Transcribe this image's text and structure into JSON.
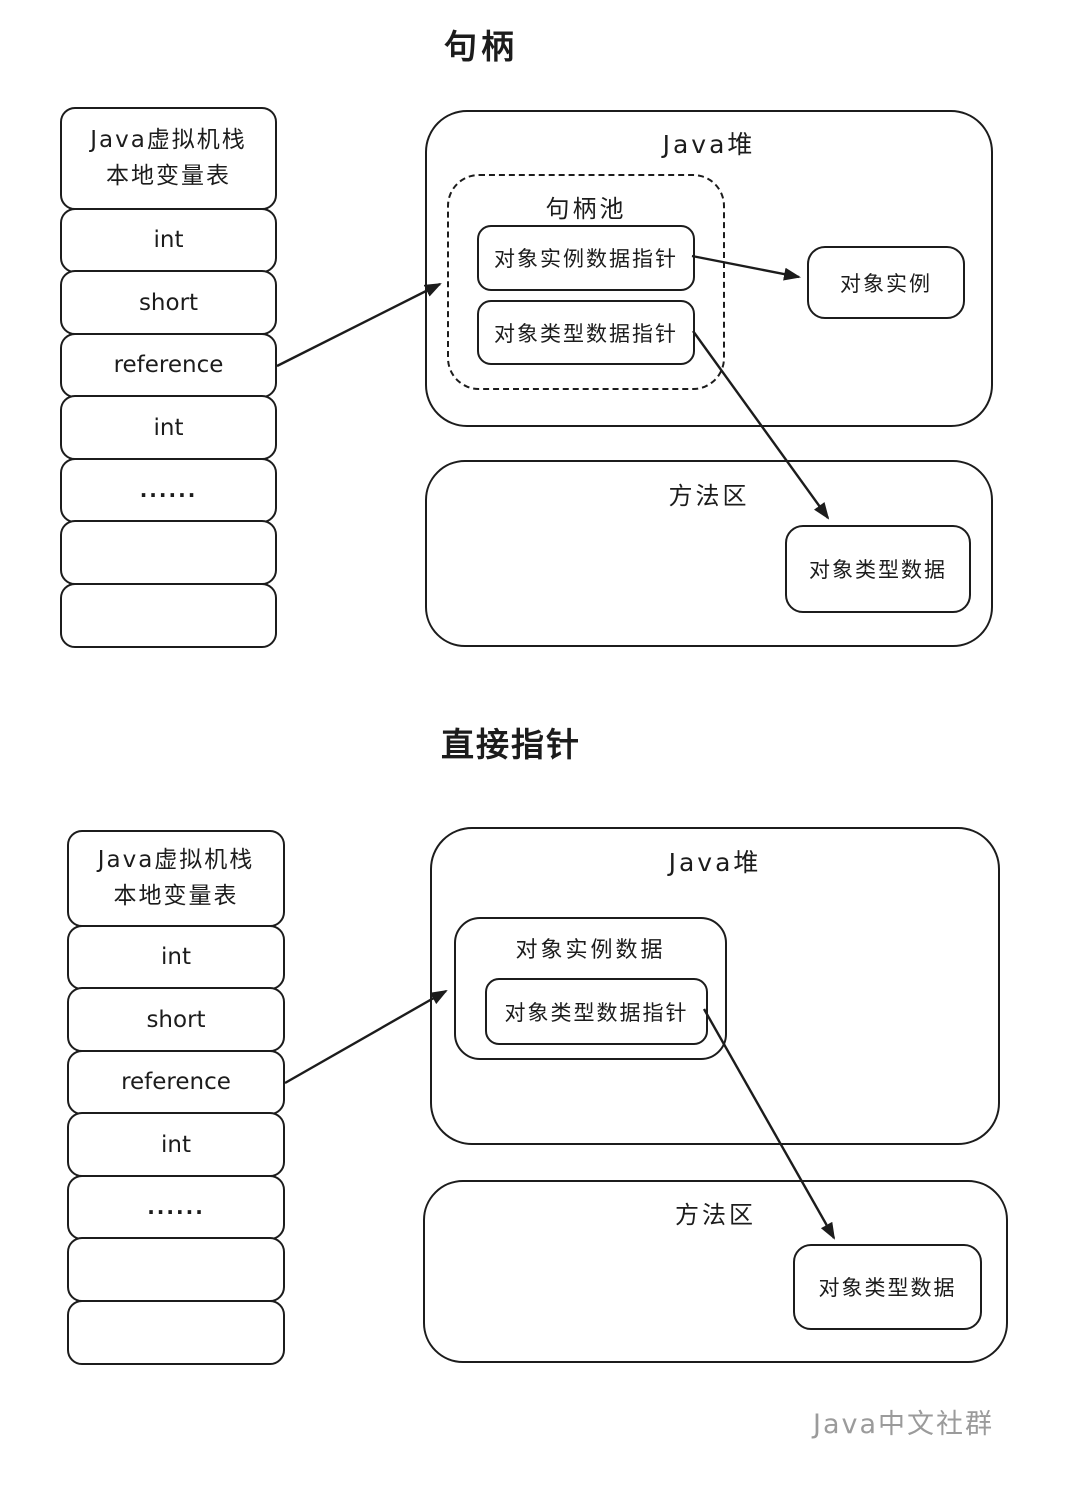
{
  "colors": {
    "ink": "#1c1c1c",
    "watermark": "#9b9b9b"
  },
  "watermark": "Java中文社群",
  "sections": [
    {
      "title": "句柄",
      "stack": {
        "header_line1": "Java虚拟机栈",
        "header_line2": "本地变量表",
        "rows": [
          "int",
          "short",
          "reference",
          "int",
          "......",
          "",
          ""
        ]
      },
      "heap": {
        "label": "Java堆",
        "handle_pool": {
          "label": "句柄池",
          "instance_pointer": "对象实例数据指针",
          "type_pointer": "对象类型数据指针"
        },
        "object_instance": "对象实例"
      },
      "method_area": {
        "label": "方法区",
        "object_type_data": "对象类型数据"
      }
    },
    {
      "title": "直接指针",
      "stack": {
        "header_line1": "Java虚拟机栈",
        "header_line2": "本地变量表",
        "rows": [
          "int",
          "short",
          "reference",
          "int",
          "......",
          "",
          ""
        ]
      },
      "heap": {
        "label": "Java堆",
        "object_instance_data": {
          "label": "对象实例数据",
          "type_pointer": "对象类型数据指针"
        }
      },
      "method_area": {
        "label": "方法区",
        "object_type_data": "对象类型数据"
      }
    }
  ]
}
